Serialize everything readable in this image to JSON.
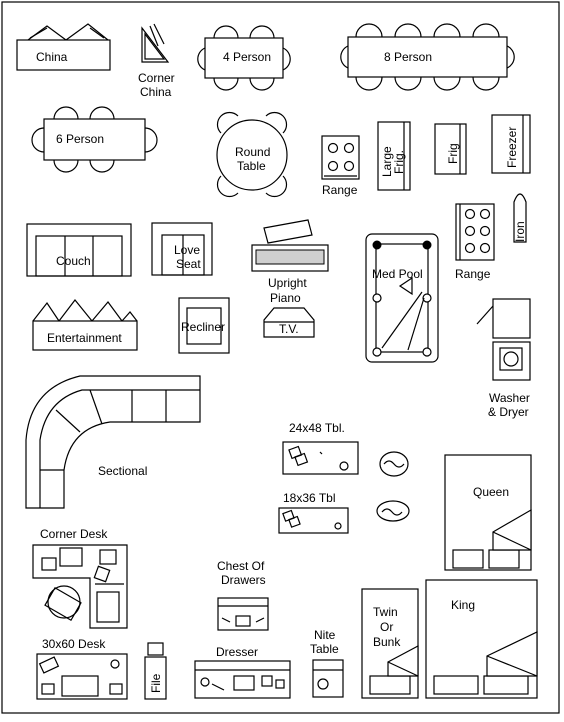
{
  "labels": {
    "china": "China",
    "corner_china_1": "Corner",
    "corner_china_2": "China",
    "four_person": "4 Person",
    "eight_person": "8 Person",
    "six_person": "6 Person",
    "round_table_1": "Round",
    "round_table_2": "Table",
    "range_top": "Range",
    "large_frig_1": "Large",
    "large_frig_2": "Frig.",
    "frig": "Frig",
    "freezer": "Freezer",
    "iron": "Iron",
    "range_side": "Range",
    "couch": "Couch",
    "love_seat_1": "Love",
    "love_seat_2": "Seat",
    "upright_piano_1": "Upright",
    "upright_piano_2": "Piano",
    "med_pool": "Med  Pool",
    "entertainment": "Entertainment",
    "recliner": "Recliner",
    "tv": "T.V.",
    "washer_dryer_1": "Washer",
    "washer_dryer_2": "& Dryer",
    "sectional": "Sectional",
    "tbl_24x48": "24x48  Tbl.",
    "tbl_18x36": "18x36  Tbl",
    "queen": "Queen",
    "corner_desk": "Corner  Desk",
    "chest_1": "Chest  Of",
    "chest_2": "Drawers",
    "desk_30x60": "30x60  Desk",
    "dresser": "Dresser",
    "nite_table_1": "Nite",
    "nite_table_2": "Table",
    "twin_1": "Twin",
    "twin_2": "Or",
    "twin_3": "Bunk",
    "king": "King",
    "file": "File"
  }
}
